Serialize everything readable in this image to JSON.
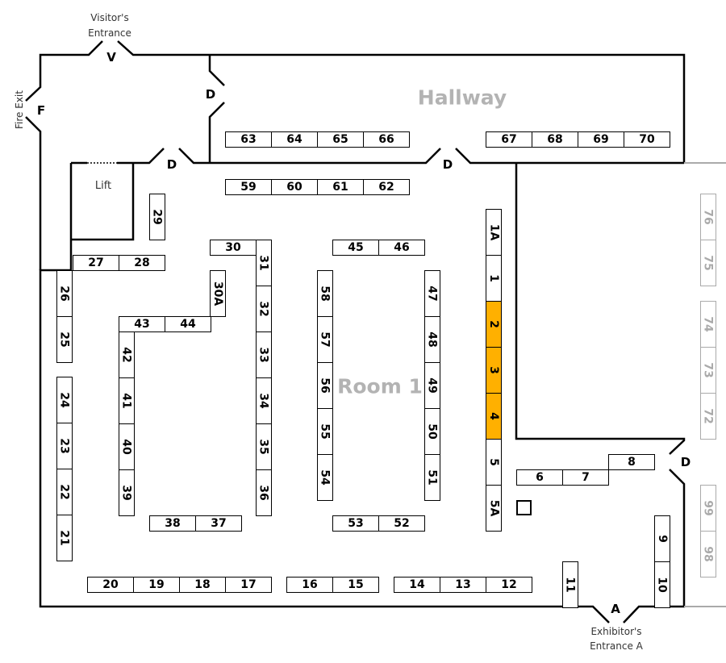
{
  "labels": {
    "hallway": "Hallway",
    "room": "Room 1",
    "lift": "Lift",
    "visitors_entrance_line1": "Visitor's",
    "visitors_entrance_line2": "Entrance",
    "fire_exit": "Fire Exit",
    "exhibitors_entrance_line1": "Exhibitor's",
    "exhibitors_entrance_line2": "Entrance A",
    "door_v": "V",
    "door_f": "F",
    "door_a": "A",
    "door_d": "D"
  },
  "colors": {
    "highlight": "#FFB000",
    "muted": "#aaaaaa",
    "wall": "#000000"
  },
  "booths": [
    {
      "label": "63"
    },
    {
      "label": "64"
    },
    {
      "label": "65"
    },
    {
      "label": "66"
    },
    {
      "label": "67"
    },
    {
      "label": "68"
    },
    {
      "label": "69"
    },
    {
      "label": "70"
    },
    {
      "label": "59"
    },
    {
      "label": "60"
    },
    {
      "label": "61"
    },
    {
      "label": "62"
    },
    {
      "label": "29"
    },
    {
      "label": "30"
    },
    {
      "label": "31"
    },
    {
      "label": "32"
    },
    {
      "label": "33"
    },
    {
      "label": "34"
    },
    {
      "label": "35"
    },
    {
      "label": "36"
    },
    {
      "label": "30A"
    },
    {
      "label": "27"
    },
    {
      "label": "28"
    },
    {
      "label": "26"
    },
    {
      "label": "25"
    },
    {
      "label": "24"
    },
    {
      "label": "23"
    },
    {
      "label": "22"
    },
    {
      "label": "21"
    },
    {
      "label": "43"
    },
    {
      "label": "44"
    },
    {
      "label": "42"
    },
    {
      "label": "41"
    },
    {
      "label": "40"
    },
    {
      "label": "39"
    },
    {
      "label": "38"
    },
    {
      "label": "37"
    },
    {
      "label": "20"
    },
    {
      "label": "19"
    },
    {
      "label": "18"
    },
    {
      "label": "17"
    },
    {
      "label": "16"
    },
    {
      "label": "15"
    },
    {
      "label": "14"
    },
    {
      "label": "13"
    },
    {
      "label": "12"
    },
    {
      "label": "58"
    },
    {
      "label": "57"
    },
    {
      "label": "56"
    },
    {
      "label": "55"
    },
    {
      "label": "54"
    },
    {
      "label": "45"
    },
    {
      "label": "46"
    },
    {
      "label": "47"
    },
    {
      "label": "48"
    },
    {
      "label": "49"
    },
    {
      "label": "50"
    },
    {
      "label": "51"
    },
    {
      "label": "53"
    },
    {
      "label": "52"
    },
    {
      "label": "1A"
    },
    {
      "label": "1"
    },
    {
      "label": "2",
      "highlight": true
    },
    {
      "label": "3",
      "highlight": true
    },
    {
      "label": "4",
      "highlight": true
    },
    {
      "label": "5"
    },
    {
      "label": "5A"
    },
    {
      "label": "6"
    },
    {
      "label": "7"
    },
    {
      "label": "8"
    },
    {
      "label": "9"
    },
    {
      "label": "10"
    },
    {
      "label": "11"
    },
    {
      "label": "76",
      "muted": true
    },
    {
      "label": "75",
      "muted": true
    },
    {
      "label": "74",
      "muted": true
    },
    {
      "label": "73",
      "muted": true
    },
    {
      "label": "72",
      "muted": true
    },
    {
      "label": "99",
      "muted": true
    },
    {
      "label": "98",
      "muted": true
    }
  ]
}
